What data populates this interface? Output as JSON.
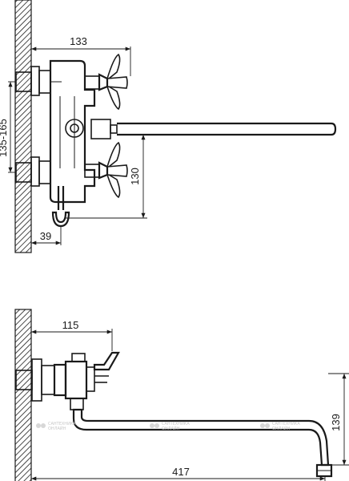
{
  "top_view": {
    "dimensions": {
      "width_top": "133",
      "vertical_left": "135-165",
      "vertical_right": "130",
      "bottom_left": "39"
    }
  },
  "side_view": {
    "dimensions": {
      "width_top": "115",
      "height_right": "139",
      "bottom_total": "417"
    }
  },
  "watermark": {
    "line1": "САНТЕХНИКА",
    "line2": "ОНЛАЙН"
  },
  "colors": {
    "ink": "#1a1a1a",
    "watermark": "#c8c8c8"
  }
}
